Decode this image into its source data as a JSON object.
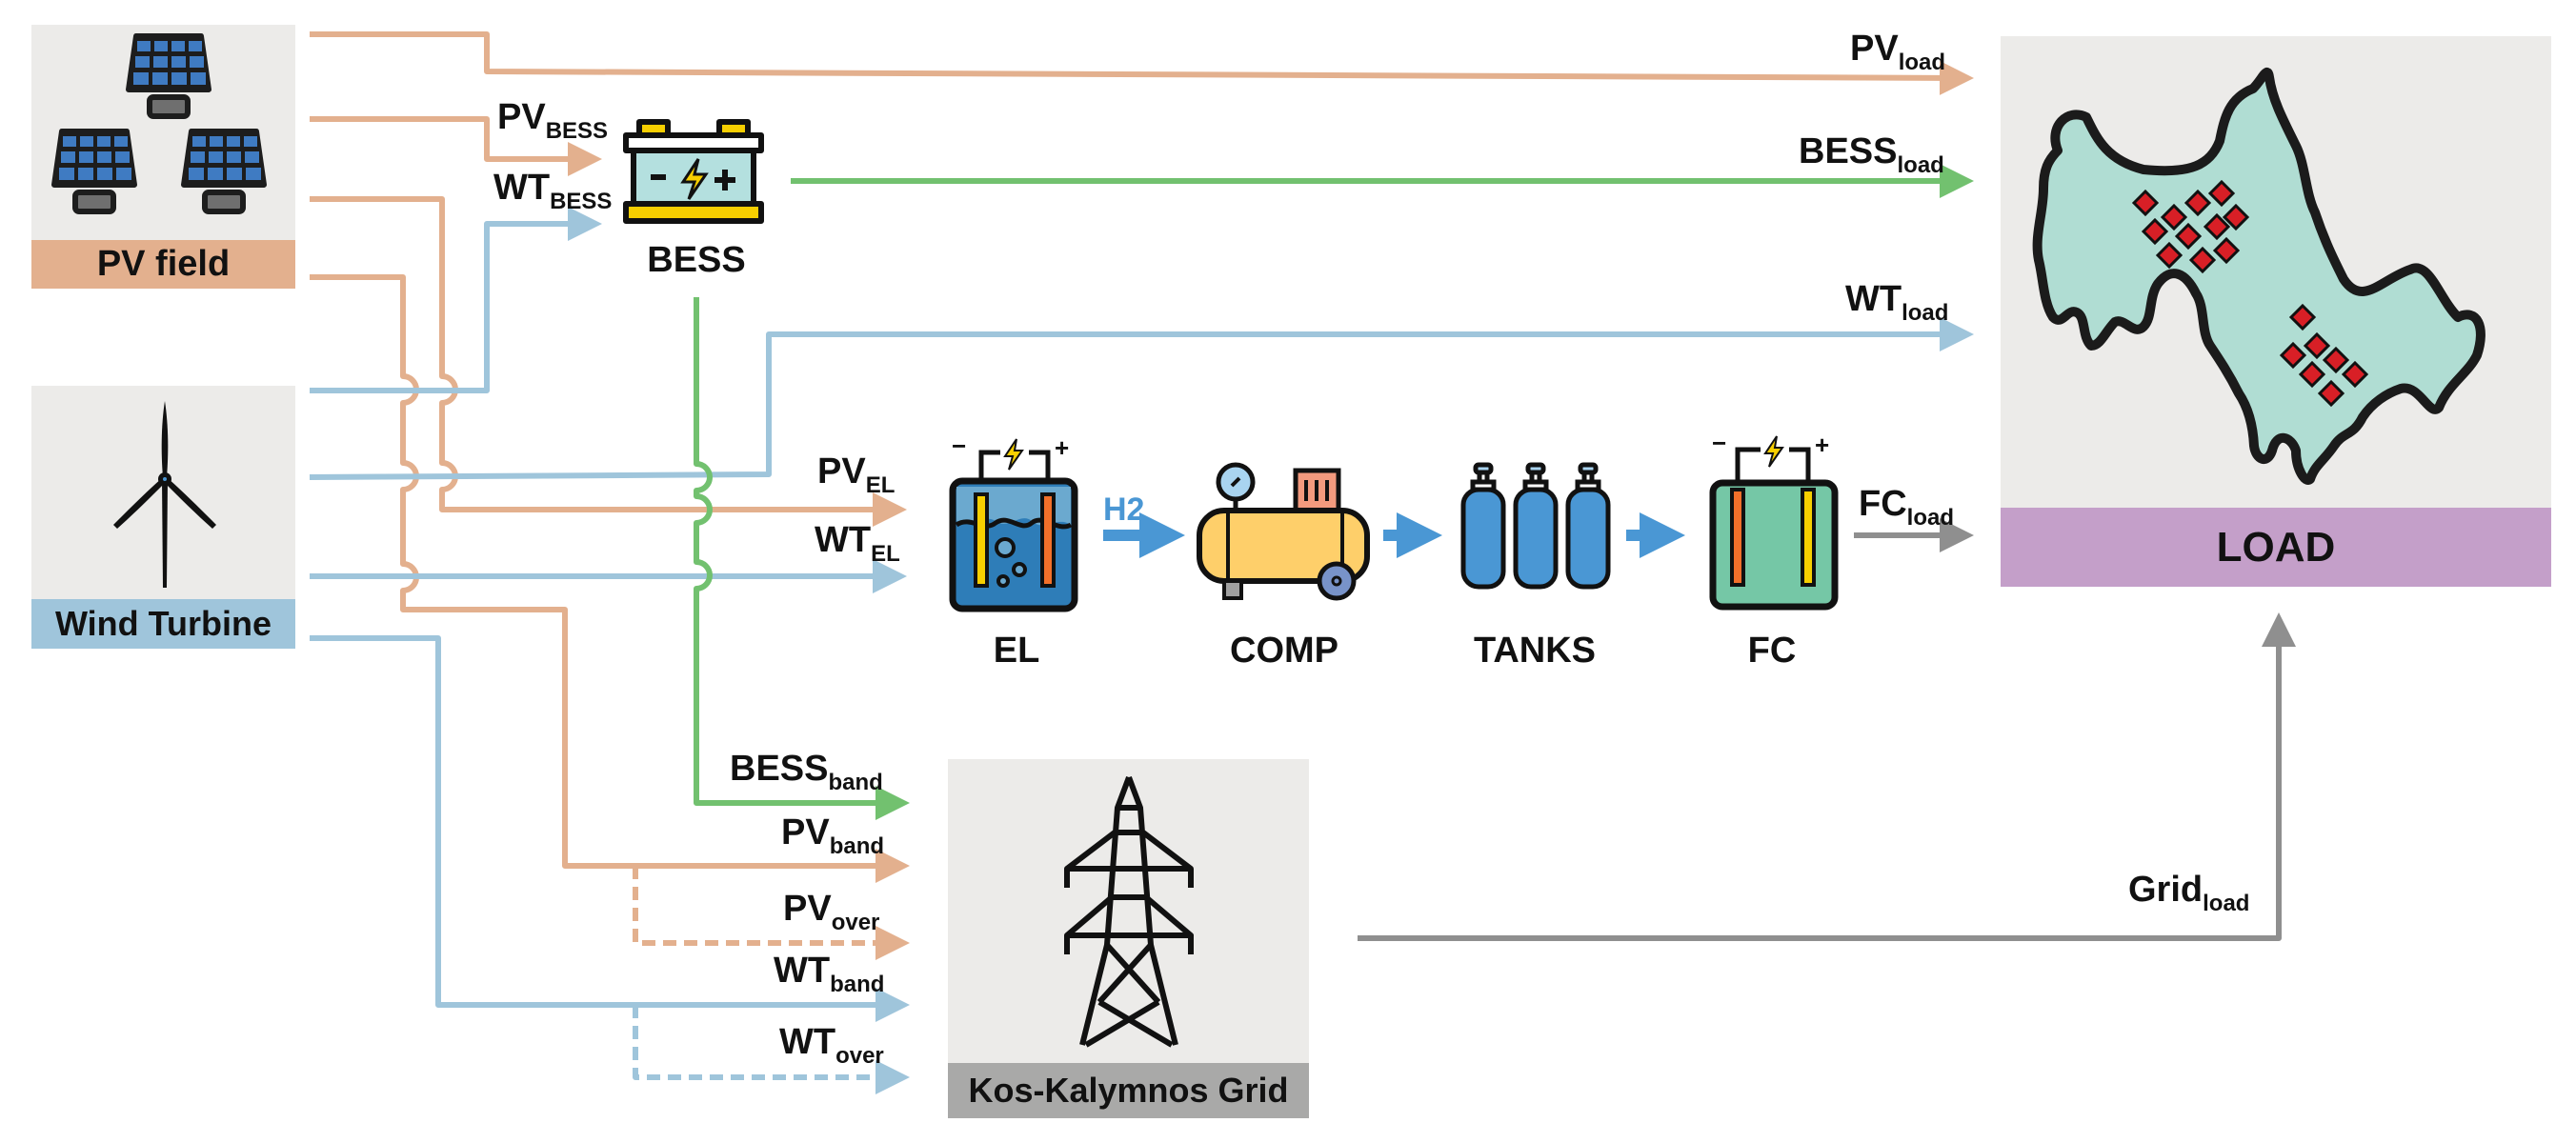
{
  "sources": {
    "pv": {
      "label": "PV field",
      "band_color": "#e3b08e"
    },
    "wind": {
      "label": "Wind Turbine",
      "band_color": "#9fc5db"
    }
  },
  "components": {
    "bess": "BESS",
    "el": "EL",
    "comp": "COMP",
    "tanks": "TANKS",
    "fc": "FC",
    "h2": "H2"
  },
  "sinks": {
    "load": {
      "label": "LOAD",
      "band_color": "#c49fc9"
    },
    "grid": {
      "label": "Kos-Kalymnos Grid",
      "band_color": "#a9a9a8"
    }
  },
  "flows": {
    "pv_load": {
      "main": "PV",
      "sub": "load"
    },
    "bess_load": {
      "main": "BESS",
      "sub": "load"
    },
    "wt_load": {
      "main": "WT",
      "sub": "load"
    },
    "pv_bess": {
      "main": "PV",
      "sub": "BESS"
    },
    "wt_bess": {
      "main": "WT",
      "sub": "BESS"
    },
    "pv_el": {
      "main": "PV",
      "sub": "EL"
    },
    "wt_el": {
      "main": "WT",
      "sub": "EL"
    },
    "fc_load": {
      "main": "FC",
      "sub": "load"
    },
    "bess_band": {
      "main": "BESS",
      "sub": "band"
    },
    "pv_band": {
      "main": "PV",
      "sub": "band"
    },
    "pv_over": {
      "main": "PV",
      "sub": "over"
    },
    "wt_band": {
      "main": "WT",
      "sub": "band"
    },
    "wt_over": {
      "main": "WT",
      "sub": "over"
    },
    "grid_load": {
      "main": "Grid",
      "sub": "load"
    }
  },
  "colors": {
    "pv": "#e3b08e",
    "wt": "#9fc5db",
    "bess": "#72c16f",
    "h2": "#4a97d4",
    "grid": "#8f8f8f"
  }
}
